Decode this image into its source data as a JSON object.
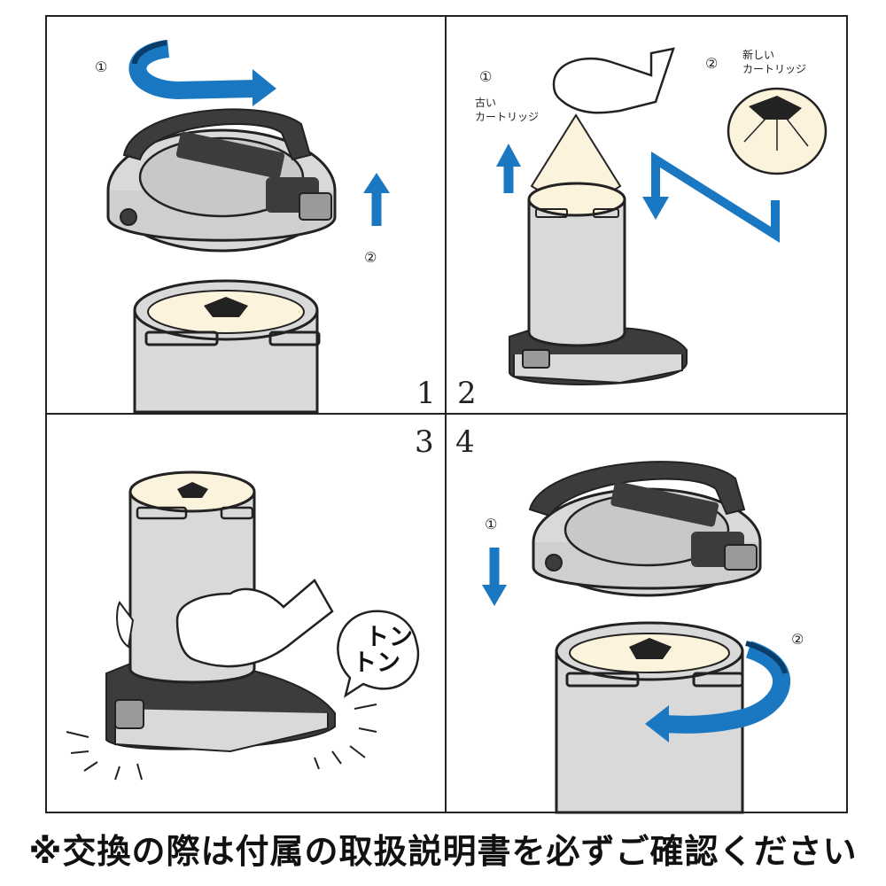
{
  "panels": [
    {
      "number": "1",
      "steps": [
        "①",
        "②"
      ]
    },
    {
      "number": "2",
      "steps": [
        "①",
        "②"
      ],
      "old_cartridge_label": [
        "古い",
        "カートリッジ"
      ],
      "new_cartridge_label": [
        "新しい",
        "カートリッジ"
      ]
    },
    {
      "number": "3",
      "sound_effect": [
        "トン",
        "トン"
      ]
    },
    {
      "number": "4",
      "steps": [
        "①",
        "②"
      ]
    }
  ],
  "footer_note": "※交換の際は付属の取扱説明書を必ずご確認ください",
  "colors": {
    "arrow_blue": "#1a78c2",
    "frame": "#222222",
    "metal": "#d9d9d9",
    "dark": "#3c3c3c",
    "filter": "#fcf3dc"
  }
}
